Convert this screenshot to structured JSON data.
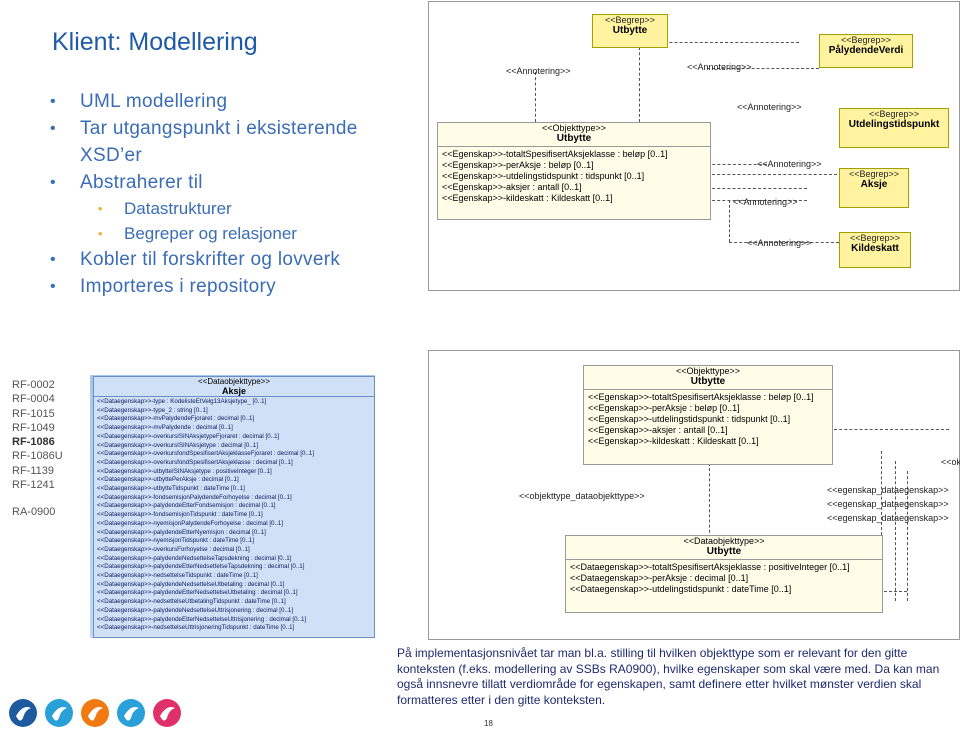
{
  "title": "Klient: Modellering",
  "bullets": [
    {
      "level": 1,
      "text": "UML modellering"
    },
    {
      "level": 1,
      "text": "Tar utgangspunkt i eksisterende XSD’er"
    },
    {
      "level": 1,
      "text": "Abstraherer til"
    },
    {
      "level": 2,
      "text": "Datastrukturer"
    },
    {
      "level": 2,
      "text": "Begreper og relasjoner"
    },
    {
      "level": 1,
      "text": "Kobler til forskrifter og lovverk"
    },
    {
      "level": 1,
      "text": "Importeres i repository"
    }
  ],
  "rf_list": [
    "RF-0002",
    "RF-0004",
    "RF-1015",
    "RF-1049",
    "RF-1086",
    "RF-1086U",
    "RF-1139",
    "RF-1241"
  ],
  "rf_bold": "RF-1086",
  "ra_label": "RA-0900",
  "panel1": {
    "ann_labels": [
      "<<Annotering>>",
      "<<Annotering>>",
      "<<Annotering>>",
      "<<Annotering>>",
      "<<Annotering>>",
      "<<Annotering>>"
    ],
    "objekt": {
      "stereotype": "<<Objekttype>>",
      "name": "Utbytte",
      "attrs": [
        "<<Egenskap>>-totaltSpesifisertAksjeklasse : beløp [0..1]",
        "<<Egenskap>>-perAksje : beløp [0..1]",
        "<<Egenskap>>-utdelingstidspunkt : tidspunkt [0..1]",
        "<<Egenskap>>-aksjer : antall [0..1]",
        "<<Egenskap>>-kildeskatt : Kildeskatt [0..1]"
      ]
    },
    "begreper": [
      {
        "stereotype": "<<Begrep>>",
        "name": "Utbytte"
      },
      {
        "stereotype": "<<Begrep>>",
        "name": "PålydendeVerdi"
      },
      {
        "stereotype": "<<Begrep>>",
        "name": "Utdelingstidspunkt"
      },
      {
        "stereotype": "<<Begrep>>",
        "name": "Aksje"
      },
      {
        "stereotype": "<<Begrep>>",
        "name": "Kildeskatt"
      }
    ]
  },
  "datacls": {
    "stereotype": "<<Dataobjekttype>>",
    "name": "Aksje",
    "rows": [
      "<<Dataegenskap>>-type : KodelisteEtVelg13Aksjetype_ [0..1]",
      "<<Dataegenskap>>-type_2 : string [0..1]",
      "<<Dataegenskap>>-mvPalydendeFjoraret : decimal [0..1]",
      "<<Dataegenskap>>-mvPalydende : decimal [0..1]",
      "<<Dataegenskap>>-overkursISINAksjetypeFjoraret : decimal [0..1]",
      "<<Dataegenskap>>-overkursISINAksjetype : decimal [0..1]",
      "<<Dataegenskap>>-overkursfondSpesifisertAksjeklasseFjoraret : decimal [0..1]",
      "<<Dataegenskap>>-overkursfondSpesifisertAksjeklasse : decimal [0..1]",
      "<<Dataegenskap>>-utbytteISINAksjetype : positiveInteger [0..1]",
      "<<Dataegenskap>>-utbyttePerAksje : decimal [0..1]",
      "<<Dataegenskap>>-utbytteTidspunkt : dateTime [0..1]",
      "<<Dataegenskap>>-fondsemisjonPalydendeForhoyelse : decimal [0..1]",
      "<<Dataegenskap>>-palydendeEtterFondsemisjon : decimal [0..1]",
      "<<Dataegenskap>>-fondsemisjonTidspunkt : dateTime [0..1]",
      "<<Dataegenskap>>-nyemisjonPalydendeForhoyelse : decimal [0..1]",
      "<<Dataegenskap>>-palydendeEtterNyemisjon : decimal [0..1]",
      "<<Dataegenskap>>-nyemisjonTidspunkt : dateTime [0..1]",
      "<<Dataegenskap>>-overkursForhoyelse : decimal [0..1]",
      "<<Dataegenskap>>-palydendeNedsettelseTapsdekning : decimal [0..1]",
      "<<Dataegenskap>>-palydendeEtterNedsettelseTapsdekning : decimal [0..1]",
      "<<Dataegenskap>>-nedsettelseTidspunkt : dateTime [0..1]",
      "<<Dataegenskap>>-palydendeNedsettelseUtbetaling : decimal [0..1]",
      "<<Dataegenskap>>-palydendeEtterNedsettelseUtbetaling : decimal [0..1]",
      "<<Dataegenskap>>-nedsettelseUtbetalingTidspunkt : dateTime [0..1]",
      "<<Dataegenskap>>-palydendeNedsettelseUttrisjonering : decimal [0..1]",
      "<<Dataegenskap>>-palydendeEtterNedsettelseUttrisjonering : decimal [0..1]",
      "<<Dataegenskap>>-nedsettelseUttrisjoneringTidspunkt : dateTime [0..1]"
    ]
  },
  "panel2": {
    "objekt": {
      "stereotype": "<<Objekttype>>",
      "name": "Utbytte",
      "attrs": [
        "<<Egenskap>>-totaltSpesifisertAksjeklasse : beløp [0..1]",
        "<<Egenskap>>-perAksje : beløp [0..1]",
        "<<Egenskap>>-utdelingstidspunkt : tidspunkt [0..1]",
        "<<Egenskap>>-aksjer : antall [0..1]",
        "<<Egenskap>>-kildeskatt : Kildeskatt [0..1]"
      ]
    },
    "link_label": "<<objekttype_dataobjekttype>>",
    "cut_label": "<<ok",
    "egenskap_labels": [
      "<<egenskap_dataegenskap>>",
      "<<egenskap_dataegenskap>>",
      "<<egenskap_dataegenskap>>"
    ],
    "dataobjekt": {
      "stereotype": "<<Dataobjekttype>>",
      "name": "Utbytte",
      "attrs": [
        "<<Dataegenskap>>-totaltSpesifisertAksjeklasse : positiveInteger [0..1]",
        "<<Dataegenskap>>-perAksje : decimal [0..1]",
        "<<Dataegenskap>>-utdelingstidspunkt : dateTime [0..1]"
      ]
    }
  },
  "caption": "På implementasjonsnivået tar man bl.a. stilling til hvilken objekttype som er relevant for den gitte konteksten (f.eks. modellering av SSBs RA0900), hvilke egenskaper som skal være med. Da kan man også innsnevre tillatt verdiområde for egenskapen, samt definere etter hvilket mønster verdien skal formatteres etter i den gitte konteksten.",
  "page_number": "18",
  "logo_colors": [
    "#1d5a9e",
    "#2aa0d8",
    "#f07a10",
    "#2aa0d8",
    "#e0306a"
  ],
  "accent": "#1f5aa6"
}
